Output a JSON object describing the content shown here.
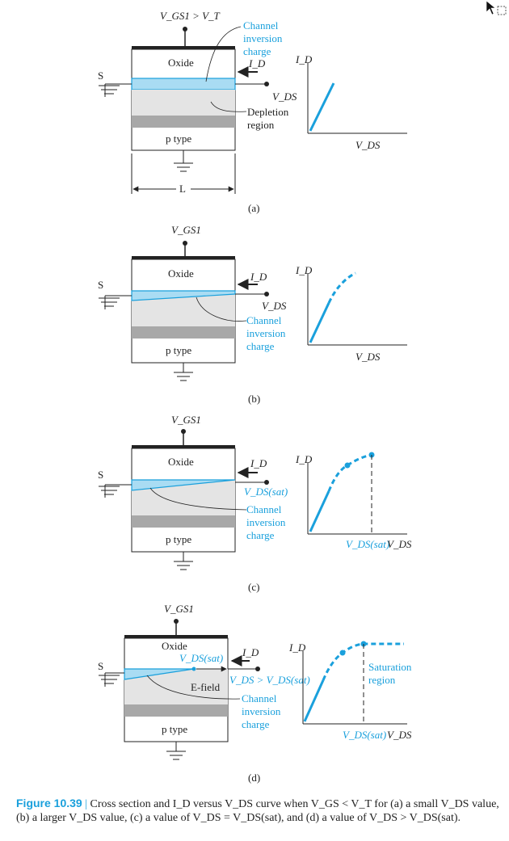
{
  "panels": {
    "a": {
      "tag": "(a)",
      "gate_label": "V_GS1 > V_T",
      "oxide": "Oxide",
      "ptype": "p type",
      "source": "S",
      "length": "L",
      "callouts": [
        "Channel",
        "inversion",
        "charge"
      ],
      "id_arrow": "I_D",
      "vds_terminal": "V_DS",
      "depletion": [
        "Depletion",
        "region"
      ],
      "graph_y": "I_D",
      "graph_x": "V_DS"
    },
    "b": {
      "tag": "(b)",
      "gate_label": "V_GS1",
      "oxide": "Oxide",
      "ptype": "p type",
      "source": "S",
      "id_arrow": "I_D",
      "vds_terminal": "V_DS",
      "callouts": [
        "Channel",
        "inversion",
        "charge"
      ],
      "graph_y": "I_D",
      "graph_x": "V_DS"
    },
    "c": {
      "tag": "(c)",
      "gate_label": "V_GS1",
      "oxide": "Oxide",
      "ptype": "p type",
      "source": "S",
      "id_arrow": "I_D",
      "vds_terminal": "V_DS(sat)",
      "callouts": [
        "Channel",
        "inversion",
        "charge"
      ],
      "graph_y": "I_D",
      "graph_x_sat": "V_DS(sat)",
      "graph_x": "V_DS"
    },
    "d": {
      "tag": "(d)",
      "gate_label": "V_GS1",
      "oxide": "Oxide",
      "ptype": "p type",
      "source": "S",
      "vds_sat_inside": "V_DS(sat)",
      "efield": "E-field",
      "id_arrow": "I_D",
      "vds_terminal": "V_DS > V_DS(sat)",
      "callouts": [
        "Channel",
        "inversion",
        "charge"
      ],
      "graph_y": "I_D",
      "saturation": [
        "Saturation",
        "region"
      ],
      "graph_x_sat": "V_DS(sat)",
      "graph_x": "V_DS"
    }
  },
  "caption": {
    "title": "Figure 10.39",
    "separator": "|",
    "text": "Cross section and I_D versus V_DS curve when V_GS < V_T for (a) a small V_DS value, (b) a larger V_DS value, (c) a value of V_DS = V_DS(sat), and (d) a value of V_DS > V_DS(sat)."
  },
  "colors": {
    "channel": "#a9dcf3",
    "accent": "#1aa0dc",
    "depletion": "#e4e4e4",
    "substrate_band": "#a8a8a8",
    "gate": "#222222"
  }
}
